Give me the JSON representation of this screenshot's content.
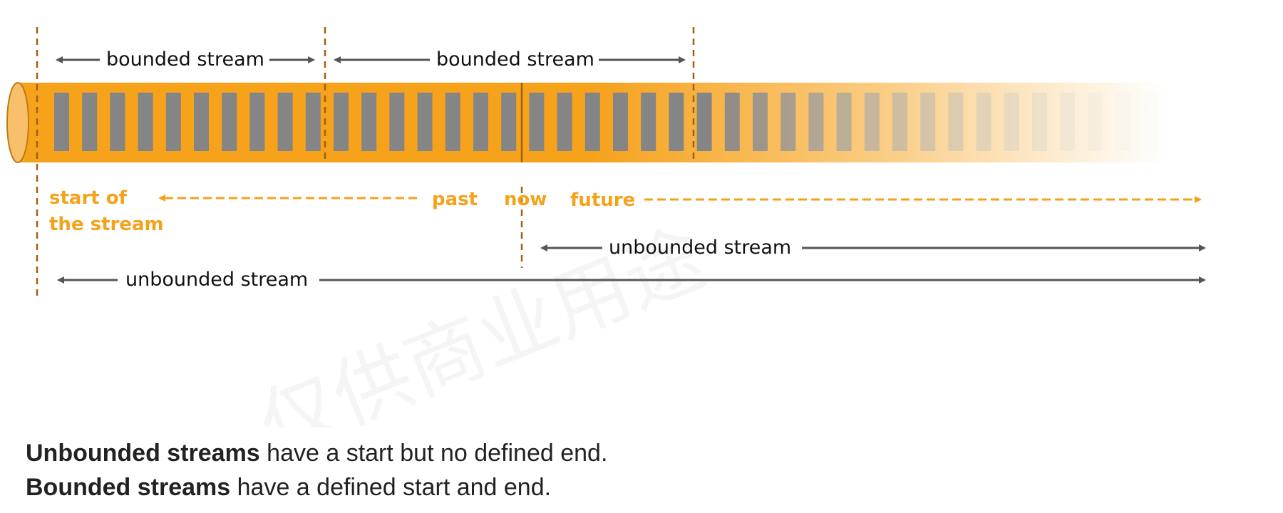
{
  "diagram": {
    "labels": {
      "bounded_stream_1": "bounded stream",
      "bounded_stream_2": "bounded stream",
      "start_line1": "start of",
      "start_line2": "the stream",
      "past": "past",
      "now": "now",
      "future": "future",
      "unbounded_stream_now": "unbounded stream",
      "unbounded_stream_start": "unbounded stream"
    },
    "watermark_text": "仅供商业用途",
    "colors": {
      "stream_orange": "#f6a21b",
      "stream_edge": "#c07a12",
      "event_block": "#858585",
      "arrow_dark": "#555555",
      "accent_orange": "#f5a21b",
      "marker_brown": "#a0620f"
    }
  },
  "caption": {
    "line1_bold": "Unbounded streams",
    "line1_rest": " have a start but no defined end.",
    "line2_bold": "Bounded streams",
    "line2_rest": " have a defined start and end."
  }
}
